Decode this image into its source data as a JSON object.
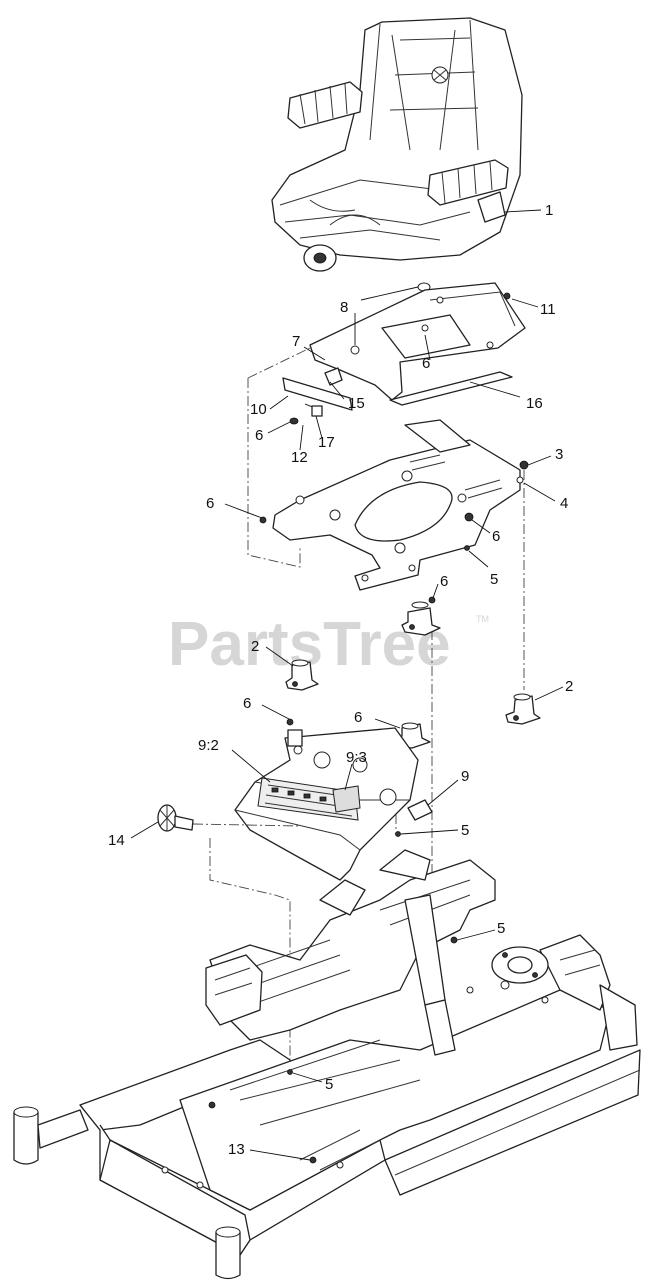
{
  "watermark": {
    "text": "PartsTree",
    "trademark": "TM"
  },
  "callouts": {
    "c1": "1",
    "c2a": "2",
    "c2b": "2",
    "c3": "3",
    "c4": "4",
    "c5a": "5",
    "c5b": "5",
    "c5c": "5",
    "c5d": "5",
    "c6a": "6",
    "c6b": "6",
    "c6c": "6",
    "c6d": "6",
    "c6e": "6",
    "c6f": "6",
    "c6g": "6",
    "c7": "7",
    "c8": "8",
    "c9": "9",
    "c9_2": "9:2",
    "c9_3": "9:3",
    "c10": "10",
    "c11": "11",
    "c12": "12",
    "c13": "13",
    "c14": "14",
    "c15": "15",
    "c16": "16",
    "c17": "17"
  }
}
